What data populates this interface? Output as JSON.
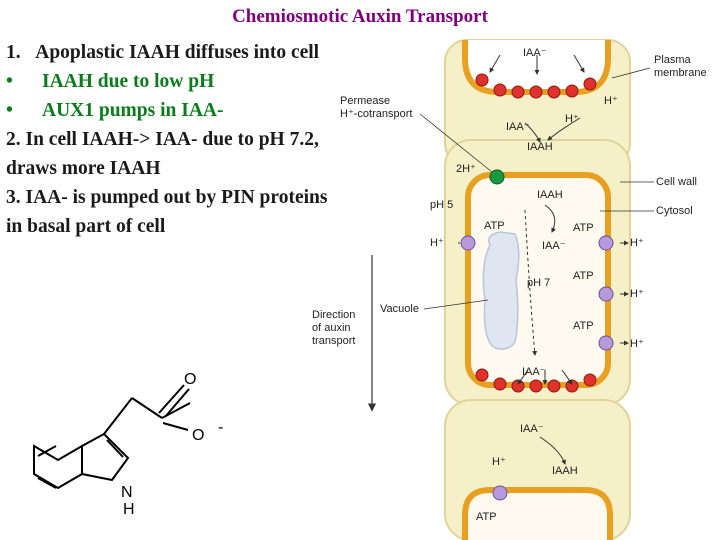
{
  "title": "Chemiosmotic Auxin Transport",
  "steps": [
    {
      "num": "1.",
      "text": "Apoplastic IAAH diffuses into cell"
    },
    {
      "bullet": "•",
      "text": "IAAH due to low pH"
    },
    {
      "bullet": "•",
      "text": "AUX1 pumps in IAA-"
    },
    {
      "text": "2. In cell IAAH-> IAA- due to pH 7.2, draws more IAAH"
    },
    {
      "text": "3. IAA- is pumped out by PIN proteins in basal part of cell"
    }
  ],
  "diagram": {
    "labels": {
      "plasma_membrane": "Plasma\nmembrane",
      "permease": "Permease\nH+-cotransport",
      "cell_wall": "Cell wall",
      "cytosol": "Cytosol",
      "direction": "Direction\nof auxin\ntransport",
      "vacuole": "Vacuole",
      "ph5": "pH 5",
      "ph7": "pH 7",
      "iaa_minus": "IAA⁻",
      "iaah": "IAAH",
      "atp": "ATP",
      "hplus": "H⁺",
      "two_hplus": "2H⁺"
    },
    "colors": {
      "cell_wall": "#f6f0c8",
      "cell_wall_edge": "#e2d39a",
      "membrane": "#e8a020",
      "carrier_red": "#e0322b",
      "atpase": "#b79adb",
      "permease": "#1a9a40",
      "vacuole": "#dfe6f2"
    }
  },
  "molecule": {
    "n_label": "N",
    "h_label": "H",
    "o_label": "O",
    "charge": "-"
  }
}
